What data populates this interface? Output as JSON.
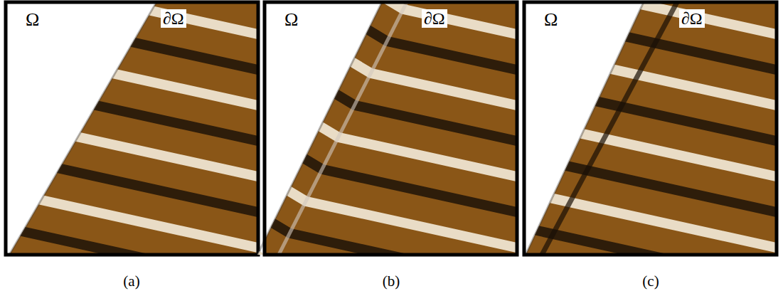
{
  "diagram": {
    "labels": [
      "Ω",
      "∂Ω",
      "Ω",
      "∂Ω",
      "Ω",
      "∂Ω",
      "(a)",
      "(b)",
      "(c)"
    ]
  }
}
